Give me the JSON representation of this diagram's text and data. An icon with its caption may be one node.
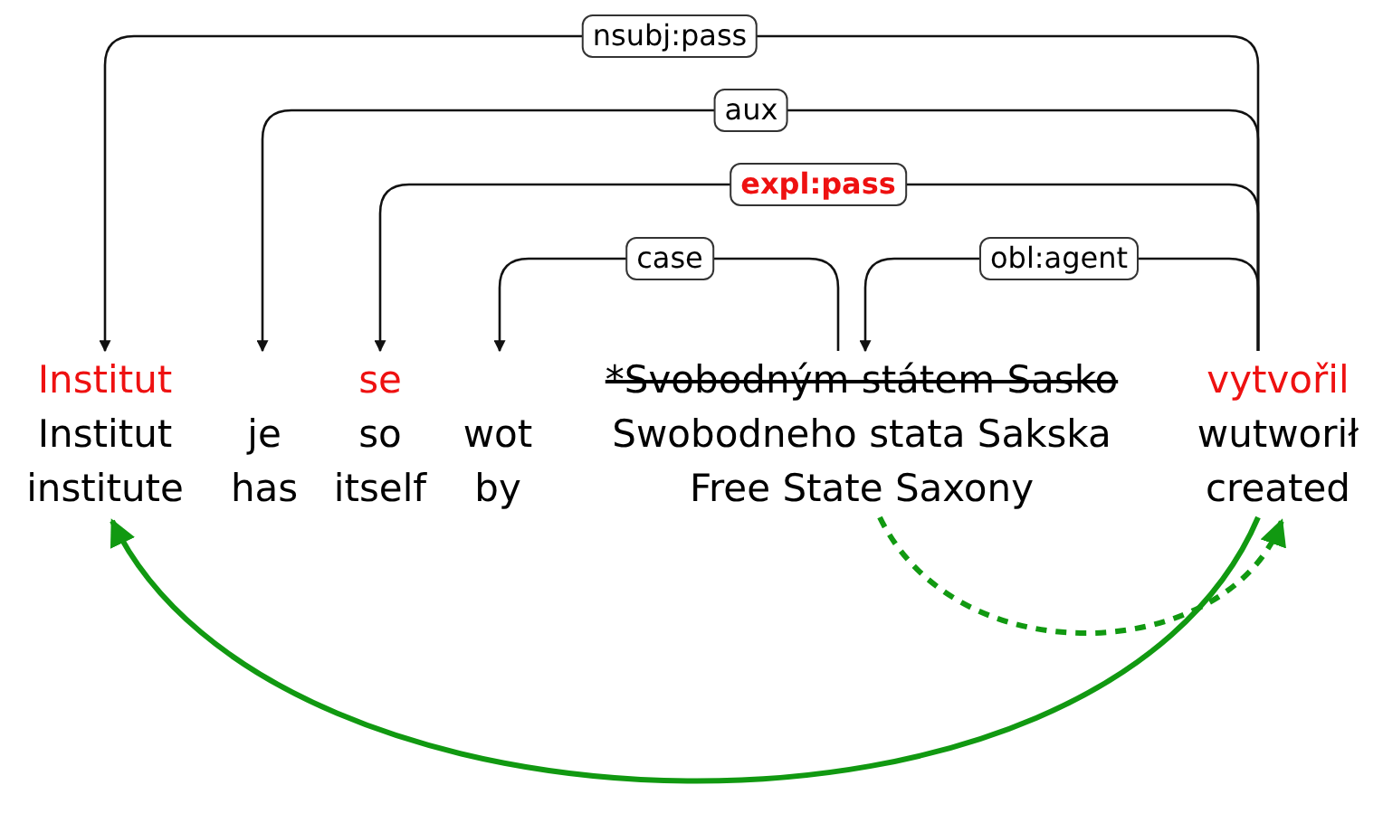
{
  "diagram": {
    "nodes": [
      {
        "text": [
          "Institut",
          "Institut",
          "institute"
        ]
      },
      {
        "text": [
          "je",
          "has"
        ]
      },
      {
        "text": [
          "se",
          "so",
          "itself"
        ]
      },
      {
        "text": [
          "wot",
          "by"
        ]
      },
      {
        "text": [
          "*Svobodným státem Sasko",
          "Swobodneho stata Sakska",
          "Free State Saxony"
        ]
      },
      {
        "text": [
          "vytvořil",
          "wutworił",
          "created"
        ]
      }
    ],
    "edges": [
      {
        "from": 5,
        "to": 0,
        "arrow": "to",
        "label": "nsubj:pass"
      },
      {
        "from": 5,
        "to": 1,
        "arrow": "to",
        "label": "aux"
      },
      {
        "from": 5,
        "to": 2,
        "arrow": "to",
        "label": "expl:pass"
      },
      {
        "from": 4,
        "to": 3,
        "arrow": "to",
        "label": "case"
      },
      {
        "from": 5,
        "to": 4,
        "arrow": "to",
        "label": "obl:agent"
      },
      {
        "from": 5,
        "to": 0,
        "arrow": "to",
        "color": "#119911",
        "style": "thick"
      },
      {
        "from": 4,
        "to": 5,
        "arrow": "to",
        "color": "#119911",
        "style": "dashed"
      }
    ]
  }
}
